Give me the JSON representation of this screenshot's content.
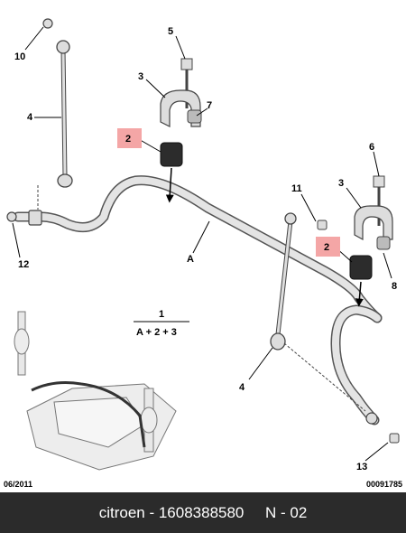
{
  "callouts": {
    "c10": "10",
    "c4a": "4",
    "c5": "5",
    "c3a": "3",
    "c7": "7",
    "c2a": "2",
    "c6": "6",
    "c3b": "3",
    "c11": "11",
    "c2b": "2",
    "c8": "8",
    "cA": "A",
    "c12": "12",
    "c4b": "4",
    "c13": "13"
  },
  "legend": {
    "number": "1",
    "formula": "A + 2 + 3"
  },
  "footer": {
    "date": "06/2011",
    "ref": "00091785"
  },
  "bottom_bar": {
    "text": "citroen - 1608388580     N - 02"
  },
  "colors": {
    "highlight": "#f4a6a6",
    "bar": "#2b2b2b"
  }
}
